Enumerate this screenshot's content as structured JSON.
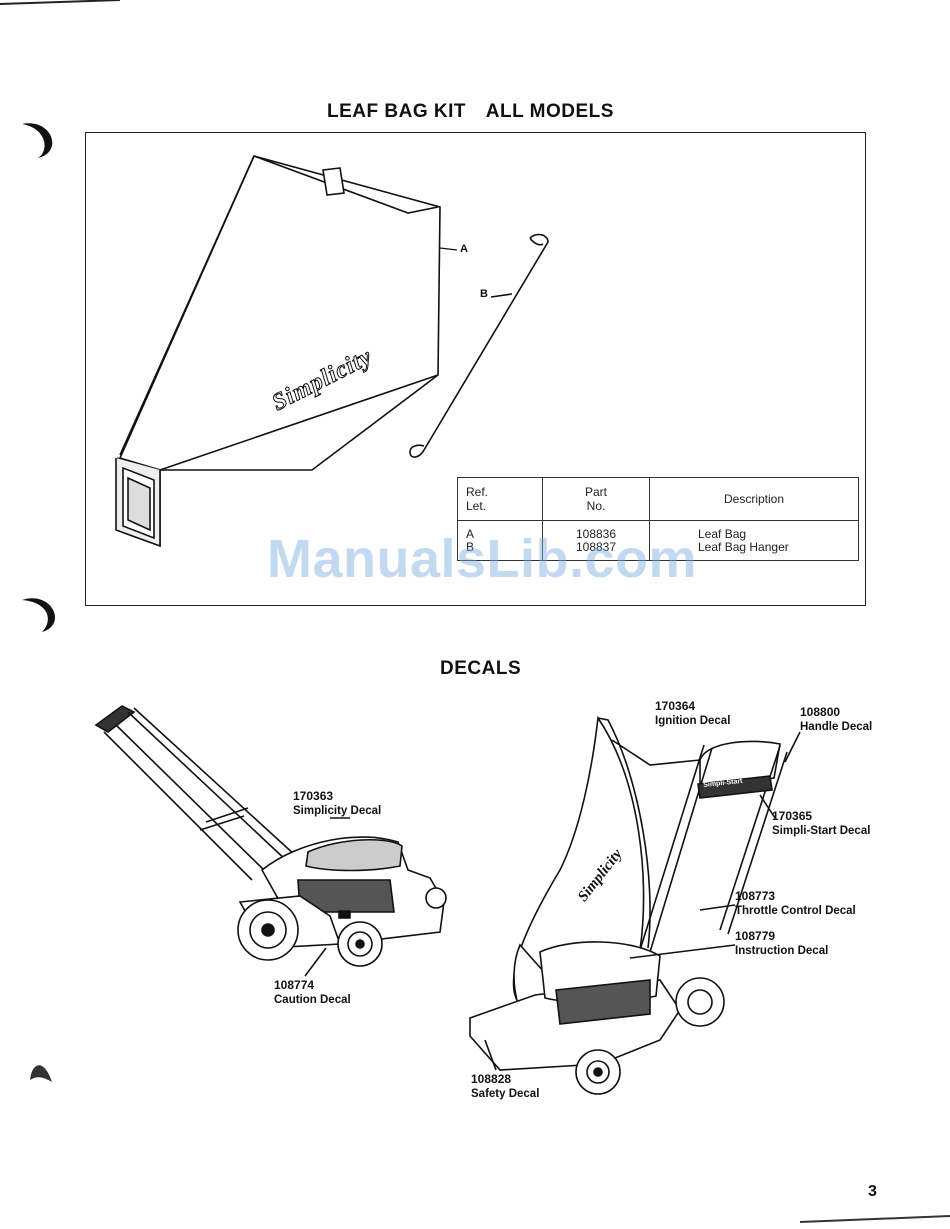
{
  "leaf_bag_kit": {
    "title": "LEAF BAG KIT",
    "subtitle": "ALL MODELS",
    "bag_brand": "Simplicity",
    "callout_a": "A",
    "callout_b": "B",
    "table": {
      "headers": {
        "ref_line1": "Ref.",
        "ref_line2": "Let.",
        "part_line1": "Part",
        "part_line2": "No.",
        "description": "Description"
      },
      "rows": [
        {
          "ref": "A",
          "part_no": "108836",
          "description": "Leaf Bag"
        },
        {
          "ref": "B",
          "part_no": "108837",
          "description": "Leaf Bag Hanger"
        }
      ]
    }
  },
  "watermark": "ManualsLib.com",
  "decals": {
    "title": "DECALS",
    "left_mower": {
      "items": [
        {
          "part_no": "170363",
          "label": "Simplicity Decal"
        },
        {
          "part_no": "108774",
          "label": "Caution Decal"
        }
      ]
    },
    "right_mower": {
      "bag_brand": "Simplicity",
      "handle_label": "Simpli-Start",
      "items": [
        {
          "part_no": "170364",
          "label": "Ignition Decal"
        },
        {
          "part_no": "108800",
          "label": "Handle Decal"
        },
        {
          "part_no": "170365",
          "label": "Simpli-Start Decal"
        },
        {
          "part_no": "108773",
          "label": "Throttle Control Decal"
        },
        {
          "part_no": "108779",
          "label": "Instruction Decal"
        },
        {
          "part_no": "108828",
          "label": "Safety Decal"
        }
      ]
    }
  },
  "page_number": "3"
}
